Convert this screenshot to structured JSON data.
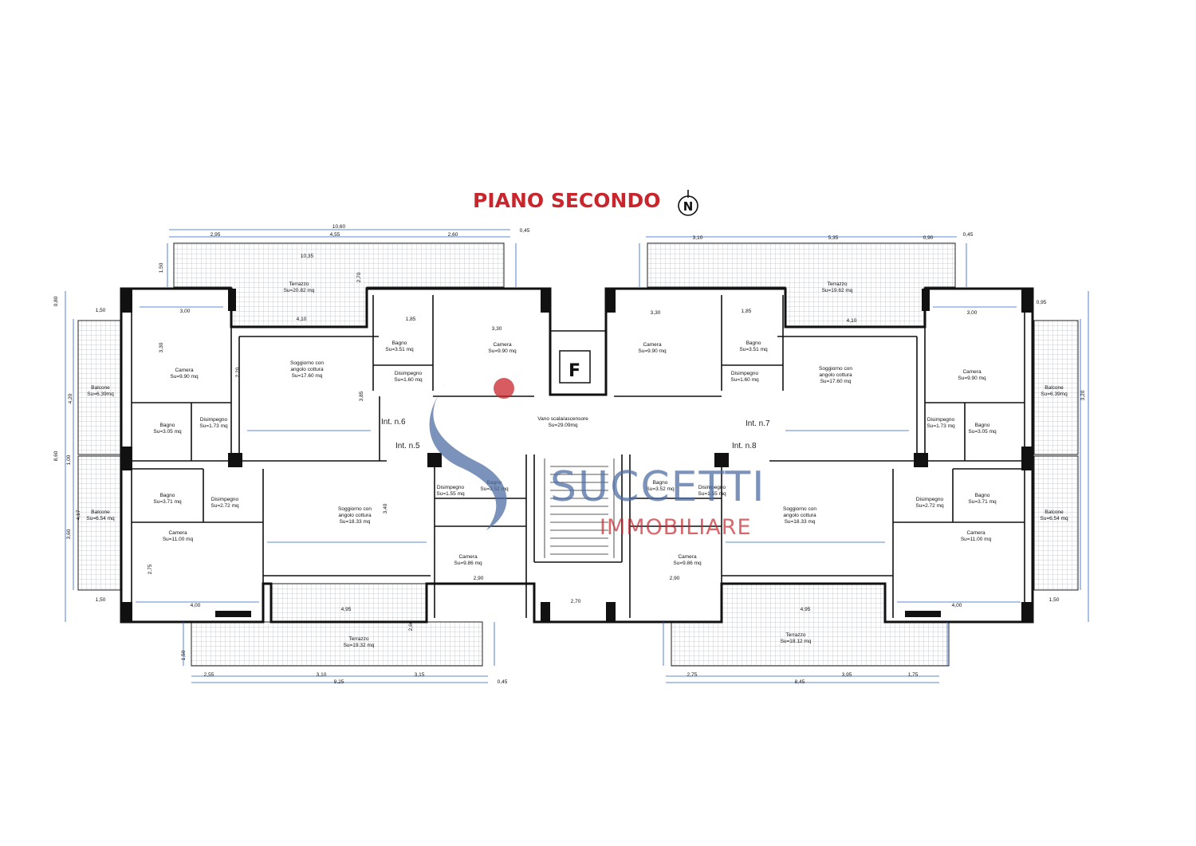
{
  "title": "PIANO SECONDO",
  "north_symbol": "N",
  "lift_symbol": "F",
  "watermark": {
    "brand": "SUCCETTI",
    "sub": "IMMOBILIARE",
    "colors": {
      "blue": "#4f6ea3",
      "red": "#c8262c"
    }
  },
  "colors": {
    "title": "#c8262c",
    "dimension_lines": "#2a62c9",
    "walls": "#111111"
  },
  "units": [
    "Int. n.6",
    "Int. n.5",
    "Int. n.7",
    "Int. n.8"
  ],
  "rooms": [
    {
      "label": "Terrazzo",
      "area": "Su=20.82 mq"
    },
    {
      "label": "Terrazzo",
      "area": "Su=19.62 mq"
    },
    {
      "label": "Terrazzo",
      "area": "Su=19.32 mq"
    },
    {
      "label": "Terrazzo",
      "area": "Su=18.12 mq"
    },
    {
      "label": "Balcone",
      "area": "Su=6.39mq"
    },
    {
      "label": "Balcone",
      "area": "Su=6.54 mq"
    },
    {
      "label": "Balcone",
      "area": "Su=6.39mq"
    },
    {
      "label": "Balcone",
      "area": "Su=6.54 mq"
    },
    {
      "label": "Camera",
      "area": "Su=9.90 mq"
    },
    {
      "label": "Camera",
      "area": "Su=9.90 mq"
    },
    {
      "label": "Camera",
      "area": "Su=9.90 mq"
    },
    {
      "label": "Camera",
      "area": "Su=9.90 mq"
    },
    {
      "label": "Camera",
      "area": "Su=11.00 mq"
    },
    {
      "label": "Camera",
      "area": "Su=11.00 mq"
    },
    {
      "label": "Camera",
      "area": "Su=9.86 mq"
    },
    {
      "label": "Camera",
      "area": "Su=9.86 mq"
    },
    {
      "label": "Bagno",
      "area": "Su=3.51 mq"
    },
    {
      "label": "Bagno",
      "area": "Su=3.51 mq"
    },
    {
      "label": "Bagno",
      "area": "Su=3.05 mq"
    },
    {
      "label": "Bagno",
      "area": "Su=3.05 mq"
    },
    {
      "label": "Bagno",
      "area": "Su=3.71 mq"
    },
    {
      "label": "Bagno",
      "area": "Su=3.71 mq"
    },
    {
      "label": "Bagno",
      "area": "Su=3.52 mq"
    },
    {
      "label": "Bagno",
      "area": "Su=3.52 mq"
    },
    {
      "label": "Disimpegno",
      "area": "Su=1.60 mq"
    },
    {
      "label": "Disimpegno",
      "area": "Su=1.60 mq"
    },
    {
      "label": "Disimpegno",
      "area": "Su=1.73 mq"
    },
    {
      "label": "Disimpegno",
      "area": "Su=1.73 mq"
    },
    {
      "label": "Disimpegno",
      "area": "Su=2.72 mq"
    },
    {
      "label": "Disimpegno",
      "area": "Su=2.72 mq"
    },
    {
      "label": "Disimpegno",
      "area": "Su=1.55 mq"
    },
    {
      "label": "Disimpegno",
      "area": "Su=1.55 mq"
    },
    {
      "label": "Soggiorno con angolo cottura",
      "area": "Su=17.60 mq"
    },
    {
      "label": "Soggiorno con angolo cottura",
      "area": "Su=17.60 mq"
    },
    {
      "label": "Soggiorno con angolo cottura",
      "area": "Su=18.33 mq"
    },
    {
      "label": "Soggiorno con angolo cottura",
      "area": "Su=18.33 mq"
    },
    {
      "label": "Vano scala/ascensore",
      "area": "Su=29.09mq"
    }
  ],
  "dimensions": {
    "top_left": [
      "10,60",
      "2,95",
      "4,55",
      "2,60",
      "0,45",
      "10,35",
      "4,10",
      "3,00",
      "1,85",
      "3,30",
      "1,50"
    ],
    "top_right": [
      "3,10",
      "5,35",
      "0,90",
      "0,45",
      "4,10",
      "3,30",
      "1,85",
      "3,00",
      "0,95"
    ],
    "bottom_left": [
      "2,55",
      "3,10",
      "3,15",
      "9,25",
      "0,45",
      "4,95",
      "4,00",
      "2,90",
      "1,50",
      "2,70"
    ],
    "bottom_right": [
      "2,75",
      "3,95",
      "1,75",
      "8,45",
      "4,95",
      "4,00",
      "2,90",
      "1,50"
    ],
    "vertical": [
      "0,80",
      "8,60",
      "4,20",
      "1,00",
      "3,60",
      "4,17",
      "1,50",
      "2,70",
      "3,30",
      "2,20",
      "3,85",
      "3,40",
      "2,75",
      "2,60",
      "1,50",
      "3,20"
    ]
  }
}
